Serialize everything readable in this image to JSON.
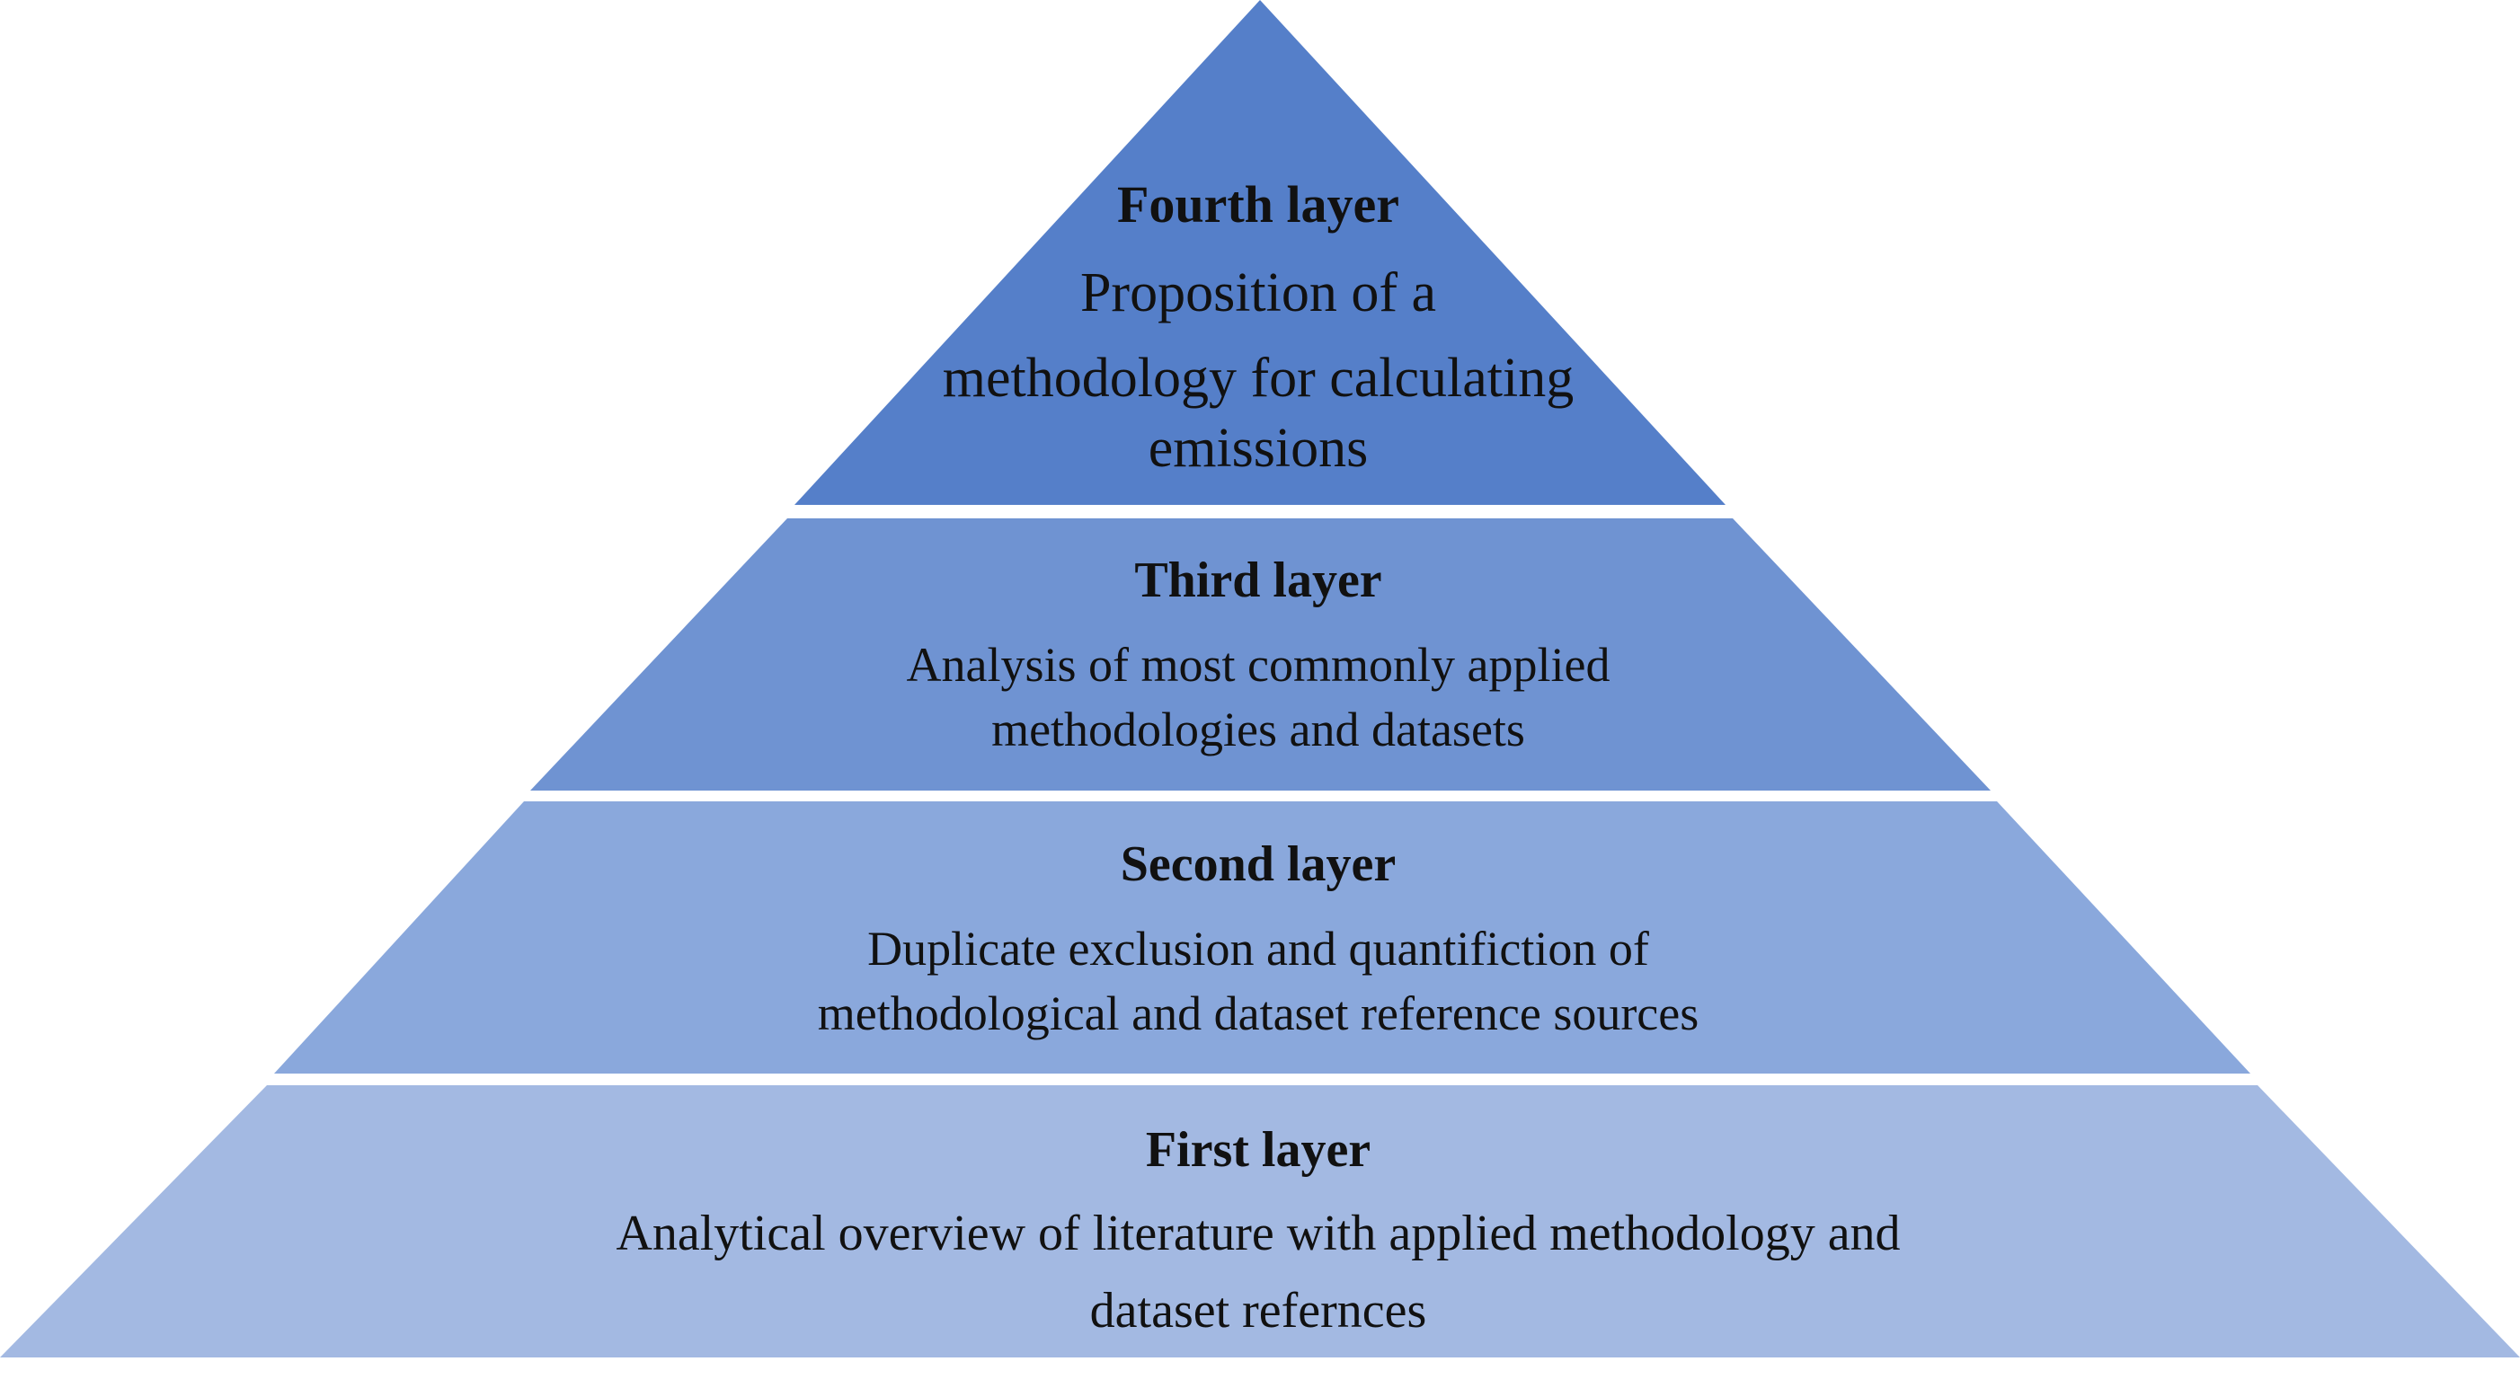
{
  "colors": {
    "fourth_layer": "#557fc9",
    "third_layer": "#6f93d2",
    "second_layer": "#8aa8dc",
    "first_layer": "#a3b9e2",
    "text": "#111111",
    "background": "#ffffff"
  },
  "layers": [
    {
      "title": "Fourth layer",
      "description_lines": [
        "Proposition of a",
        "methodology for calculating",
        "emissions"
      ]
    },
    {
      "title": "Third layer",
      "description_lines": [
        "Analysis of most commonly applied",
        "methodologies and datasets"
      ]
    },
    {
      "title": "Second layer",
      "description_lines": [
        "Duplicate exclusion and quantifiction of",
        "methodological and dataset reference sources"
      ]
    },
    {
      "title": "First layer",
      "description_lines": [
        "Analytical overview of literature with applied methodology and",
        "dataset refernces"
      ]
    }
  ]
}
